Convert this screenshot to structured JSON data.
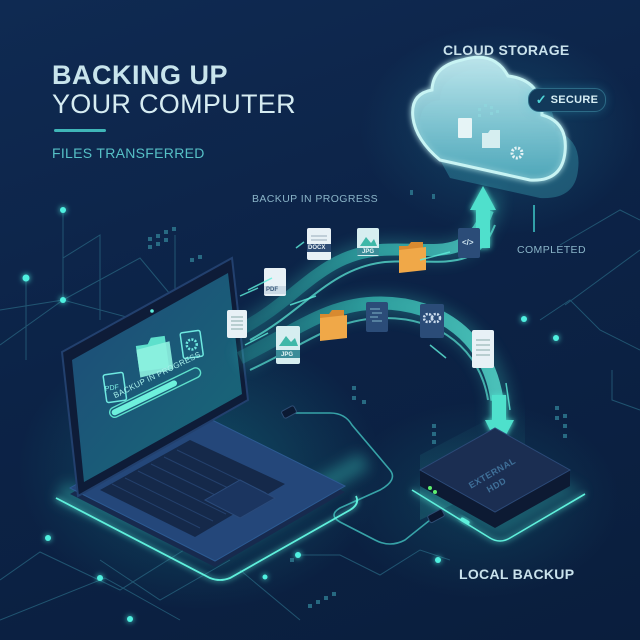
{
  "title": {
    "line1": "BACKING UP",
    "line2": "YOUR COMPUTER",
    "subtitle": "FILES TRANSFERRED"
  },
  "labels": {
    "backup_in_progress": "BACKUP IN PROGRESS",
    "completed": "COMPLETED",
    "cloud_storage": "CLOUD STORAGE",
    "local_backup": "LOCAL BACKUP",
    "secure_badge": "SECURE",
    "secure_check": "✓"
  },
  "laptop_screen": {
    "progress_label": "BACKUP IN PROGRESS",
    "file_pdf": "PDF",
    "progress_percent": 75
  },
  "upper_stream_files": [
    {
      "type": "PDF",
      "label": "PDF"
    },
    {
      "type": "DOCX",
      "label": "DOCX"
    },
    {
      "type": "JPG",
      "label": "JPG"
    },
    {
      "type": "folder",
      "label": ""
    },
    {
      "type": "code",
      "label": "</>"
    }
  ],
  "lower_stream_files": [
    {
      "type": "document",
      "label": ""
    },
    {
      "type": "JPG",
      "label": "JPG"
    },
    {
      "type": "folder",
      "label": ""
    },
    {
      "type": "code-doc",
      "label": ""
    },
    {
      "type": "settings",
      "label": ""
    },
    {
      "type": "document",
      "label": ""
    }
  ],
  "hdd": {
    "line1": "EXTERNAL",
    "line2": "HDD"
  },
  "colors": {
    "background": "#0d2447",
    "accent_teal": "#3fd8c8",
    "glow": "#5ff0e0",
    "title_text": "#c8e4ec",
    "subtitle_text": "#56c0c6",
    "folder_orange": "#f0a848",
    "device_dark": "#1b2e52"
  }
}
